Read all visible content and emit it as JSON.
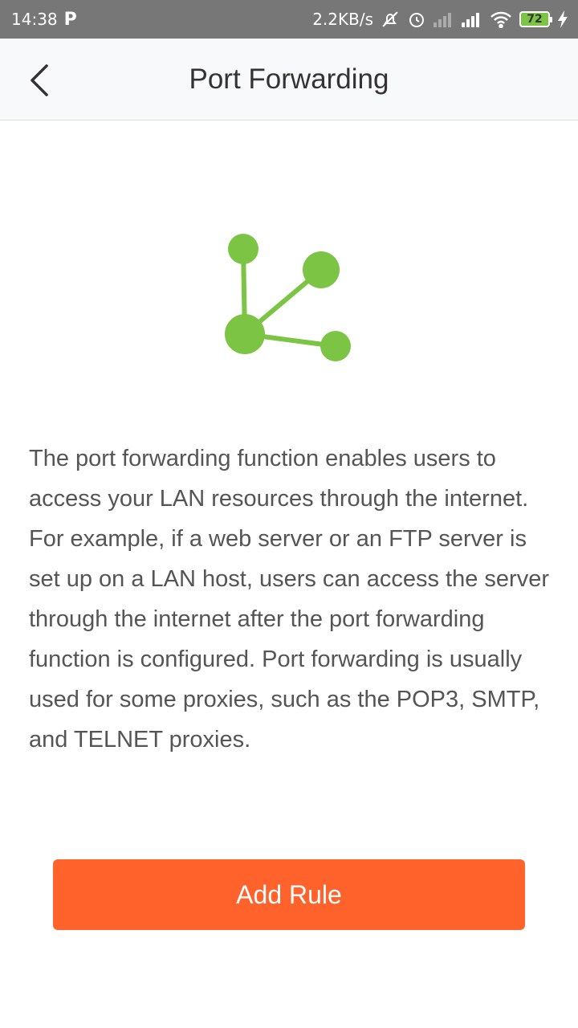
{
  "status_bar": {
    "time": "14:38",
    "app_badge": "P",
    "net_speed": "2.2KB/s",
    "battery": "72",
    "icons": [
      "mute-icon",
      "alarm-icon",
      "signal-weak-icon",
      "signal-icon",
      "wifi-icon",
      "battery-icon",
      "charging-icon"
    ]
  },
  "header": {
    "title": "Port Forwarding",
    "back_icon": "chevron-left-icon"
  },
  "illustration": {
    "icon": "network-nodes-icon",
    "color": "#7cc444"
  },
  "main": {
    "description": "The port forwarding function enables users to access your LAN resources through the internet. For example, if a web server or an FTP server is set up on a LAN host, users can access the server through the internet after the port forwarding function is configured. Port forwarding is usually used for some proxies, such as the POP3, SMTP, and TELNET proxies."
  },
  "actions": {
    "add_rule_label": "Add Rule",
    "button_color": "#ff632b"
  }
}
